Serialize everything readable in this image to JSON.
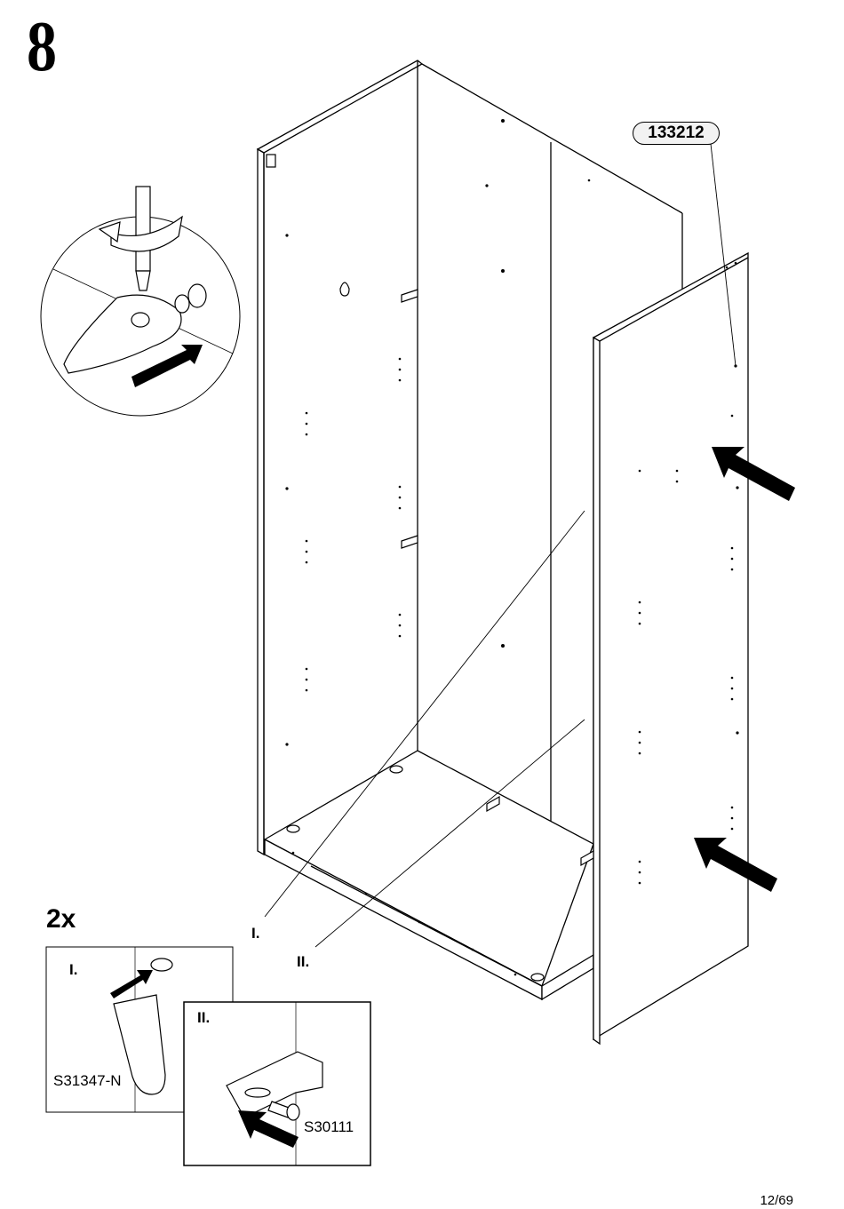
{
  "step": {
    "number": "8"
  },
  "part": {
    "number": "133212"
  },
  "hardware": {
    "quantity": "2x",
    "callout_1": "I.",
    "callout_2": "II.",
    "detail_1_label": "I.",
    "detail_1_code": "S31347-N",
    "detail_2_label": "II.",
    "detail_2_code": "S30111"
  },
  "footer": {
    "page": "12/69"
  },
  "icons": [
    "screwdriver-icon",
    "rotation-arrow-icon",
    "cam-lock-icon",
    "insert-arrow-icon",
    "shelf-support-icon",
    "dowel-icon",
    "screw-icon"
  ]
}
